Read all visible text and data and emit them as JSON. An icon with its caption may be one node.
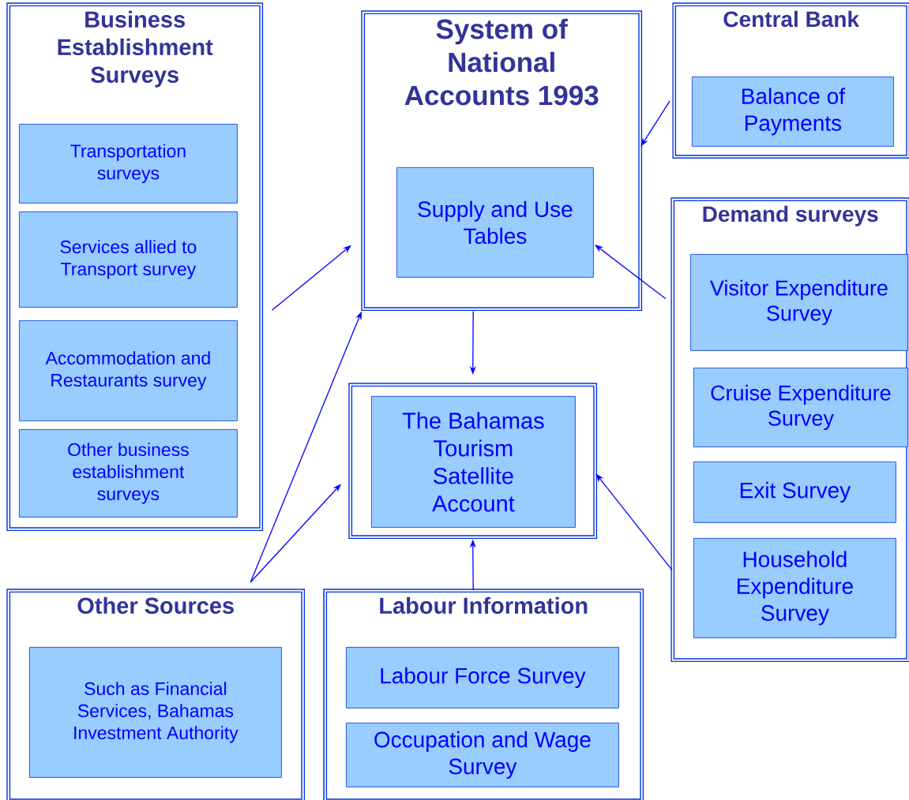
{
  "diagram": {
    "nodes": [
      {
        "text": [
          "Business Establishment Surveys"
        ]
      },
      {
        "text": [
          "Transportation surveys"
        ],
        "in": 0
      },
      {
        "text": [
          "Services allied to Transport survey"
        ],
        "in": 0
      },
      {
        "text": [
          "Accommodation and Restaurants survey"
        ],
        "in": 0
      },
      {
        "text": [
          "Other business establishment surveys"
        ],
        "in": 0
      },
      {
        "text": [
          "System of National Accounts 1993"
        ]
      },
      {
        "text": [
          "Supply and Use Tables"
        ],
        "in": 5
      },
      {
        "text": [
          "Central Bank"
        ]
      },
      {
        "text": [
          "Balance of Payments"
        ],
        "in": 7
      },
      {
        "text": [
          "Demand surveys"
        ]
      },
      {
        "text": [
          "Visitor Expenditure Survey"
        ],
        "in": 9
      },
      {
        "text": [
          "Cruise Expenditure Survey"
        ],
        "in": 9
      },
      {
        "text": [
          "Exit Survey"
        ],
        "in": 9
      },
      {
        "text": [
          "Household Expenditure Survey"
        ],
        "in": 9
      },
      {
        "text": [],
        "shape": "box"
      },
      {
        "text": [
          "The Bahamas Tourism Satellite Account"
        ],
        "in": 14
      },
      {
        "text": [
          "Other Sources"
        ]
      },
      {
        "text": [
          "Such as Financial Services, Bahamas Investment Authority"
        ],
        "in": 16
      },
      {
        "text": [
          "Labour Information"
        ]
      },
      {
        "text": [
          "Labour Force Survey"
        ],
        "in": 18
      },
      {
        "text": [
          "Occupation and Wage Survey"
        ],
        "in": 18
      }
    ],
    "edges": [
      {
        "from": 0,
        "to": 5,
        "arrow": "to"
      },
      {
        "from": 7,
        "to": 5,
        "arrow": "to"
      },
      {
        "from": 9,
        "to": 6,
        "arrow": "to"
      },
      {
        "from": 5,
        "to": 14,
        "arrow": "to"
      },
      {
        "from": 16,
        "to": 5,
        "arrow": "to"
      },
      {
        "from": 16,
        "to": 14,
        "arrow": "to"
      },
      {
        "from": 9,
        "to": 14,
        "arrow": "to"
      },
      {
        "from": 18,
        "to": 14,
        "arrow": "to"
      }
    ]
  }
}
